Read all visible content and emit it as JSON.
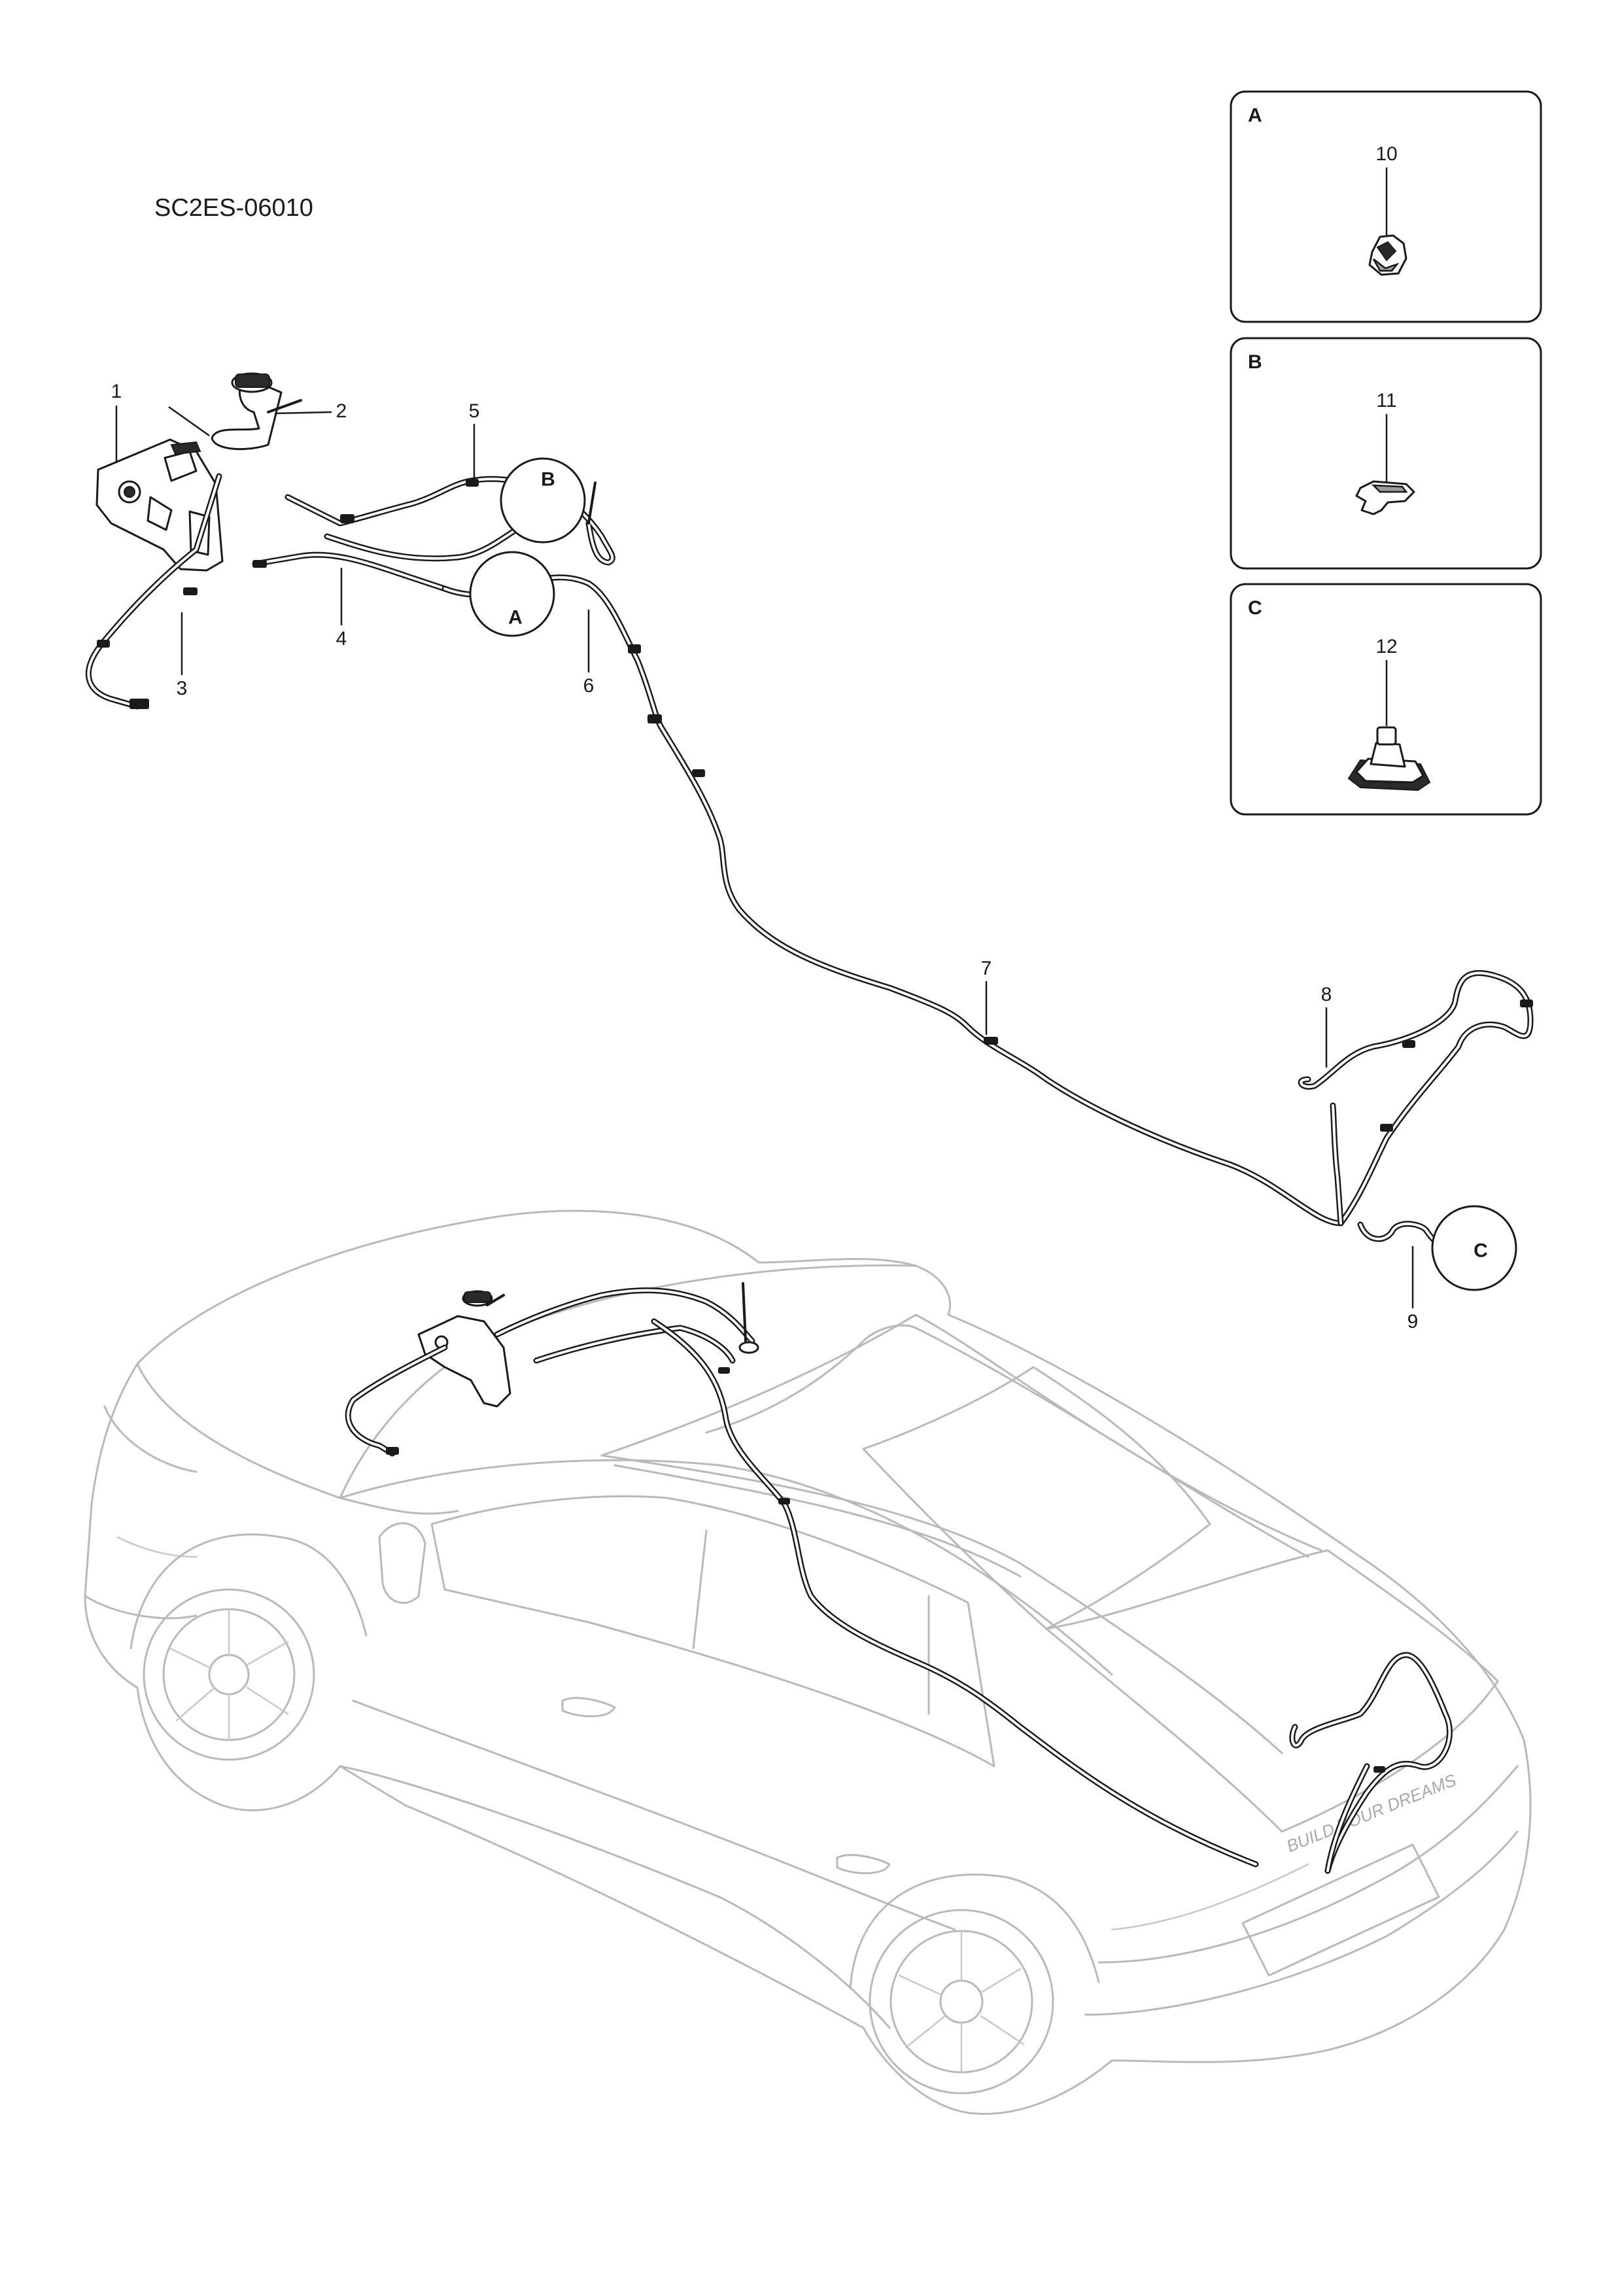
{
  "drawing_code": "SC2ES-06010",
  "callouts": [
    "1",
    "2",
    "3",
    "4",
    "5",
    "6",
    "7",
    "8",
    "9"
  ],
  "detail_markers": [
    "A",
    "B",
    "C"
  ],
  "detail_boxes": [
    {
      "letter": "A",
      "part_number": "10"
    },
    {
      "letter": "B",
      "part_number": "11"
    },
    {
      "letter": "C",
      "part_number": "12"
    }
  ],
  "car_badge": "BUILD YOUR DREAMS",
  "colors": {
    "line": "#1a1a1a",
    "car_outline": "#b9b9b9",
    "background": "#ffffff"
  }
}
